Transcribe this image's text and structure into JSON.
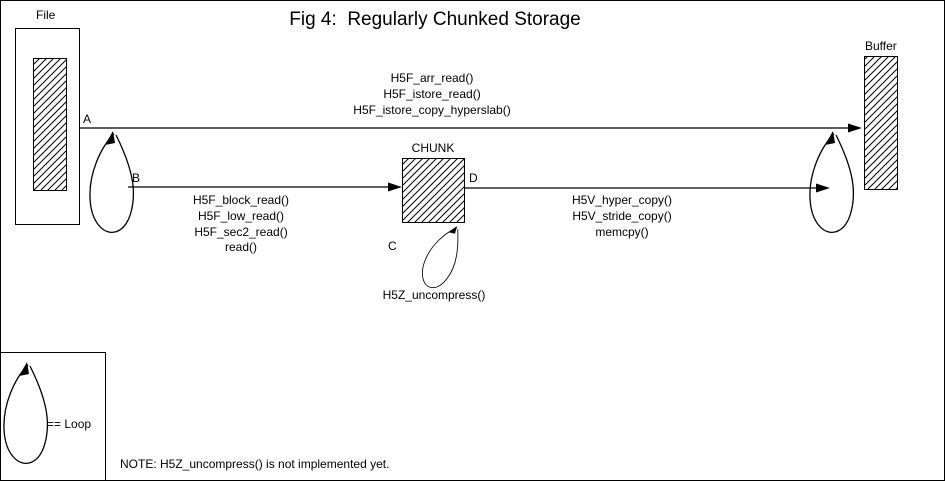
{
  "title": "Fig 4:  Regularly Chunked Storage",
  "colors": {
    "foreground": "#000000",
    "background": "#ffffff"
  },
  "nodes": {
    "file": {
      "label": "File"
    },
    "buffer": {
      "label": "Buffer"
    },
    "chunk": {
      "label": "CHUNK"
    }
  },
  "arrows": {
    "a": {
      "label": "A",
      "functions": [
        "H5F_arr_read()",
        "H5F_istore_read()",
        "H5F_istore_copy_hyperslab()"
      ]
    },
    "b": {
      "label": "B",
      "functions": [
        "H5F_block_read()",
        "H5F_low_read()",
        "H5F_sec2_read()",
        "read()"
      ]
    },
    "c": {
      "label": "C",
      "functions": [
        "H5Z_uncompress()"
      ]
    },
    "d": {
      "label": "D",
      "functions": [
        "H5V_hyper_copy()",
        "H5V_stride_copy()",
        "memcpy()"
      ]
    }
  },
  "legend": {
    "loop_label": "== Loop"
  },
  "note": "NOTE: H5Z_uncompress() is not implemented yet."
}
